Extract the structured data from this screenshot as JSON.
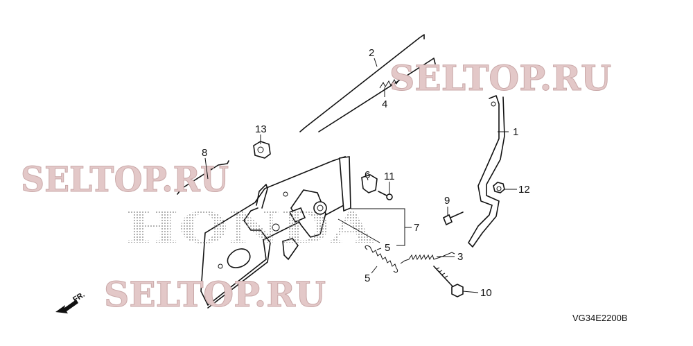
{
  "diagram": {
    "drawing_code": "VG34E2200B",
    "direction_label": "FR.",
    "watermarks": [
      "SELTOP.RU",
      "SELTOP.RU",
      "SELTOP.RU"
    ],
    "background_logo": "HONDA",
    "callouts": [
      "1",
      "2",
      "3",
      "4",
      "5",
      "5",
      "6",
      "7",
      "8",
      "9",
      "10",
      "11",
      "12",
      "13"
    ]
  }
}
